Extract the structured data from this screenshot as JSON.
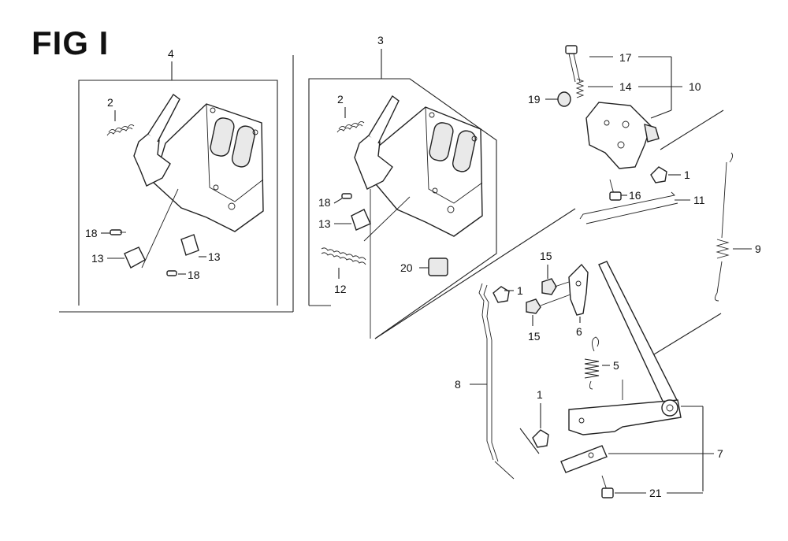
{
  "figure": {
    "title": "FIG I"
  },
  "groups": {
    "left": "4",
    "middle": "3"
  },
  "callouts": {
    "c_left_2": "2",
    "c_left_18a": "18",
    "c_left_13a": "13",
    "c_left_13b": "13",
    "c_left_18b": "18",
    "c_mid_2": "2",
    "c_mid_18": "18",
    "c_mid_13": "13",
    "c_mid_12": "12",
    "c_mid_20": "20",
    "c_17": "17",
    "c_14": "14",
    "c_10": "10",
    "c_19": "19",
    "c_1a": "1",
    "c_16": "16",
    "c_11": "11",
    "c_9": "9",
    "c_15a": "15",
    "c_1b": "1",
    "c_15b": "15",
    "c_6": "6",
    "c_5": "5",
    "c_8": "8",
    "c_1c": "1",
    "c_7": "7",
    "c_21": "21"
  }
}
